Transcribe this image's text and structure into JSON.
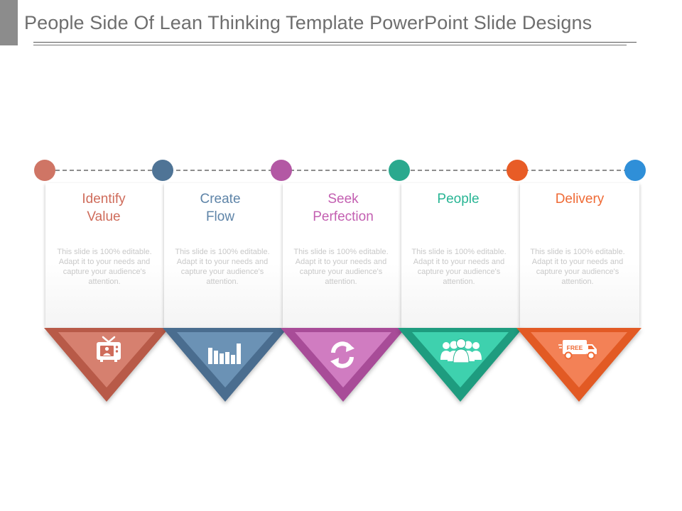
{
  "title": "People Side Of Lean Thinking Template PowerPoint Slide Designs",
  "timeline_colors": [
    "#cf7565",
    "#4f7496",
    "#b358a4",
    "#2aa98e",
    "#e85c26",
    "#2f8fd8"
  ],
  "steps": [
    {
      "title_line1": "Identify",
      "title_line2": "Value",
      "desc": "This slide is 100% editable. Adapt it to your needs and capture your audience's attention.",
      "icon": "tv-icon",
      "color": "#cf6c5b",
      "dark": "#b85a48",
      "light": "#d6806f"
    },
    {
      "title_line1": "Create",
      "title_line2": "Flow",
      "desc": "This slide is 100% editable. Adapt it to your needs and capture your audience's attention.",
      "icon": "bar-chart-icon",
      "color": "#5e84a8",
      "dark": "#4a6d8f",
      "light": "#6b92b5"
    },
    {
      "title_line1": "Seek",
      "title_line2": "Perfection",
      "desc": "This slide is 100% editable. Adapt it to your needs and capture your audience's attention.",
      "icon": "refresh-icon",
      "color": "#c35fb1",
      "dark": "#a84c98",
      "light": "#d07cc1"
    },
    {
      "title_line1": "People",
      "title_line2": "",
      "desc": "This slide is 100% editable. Adapt it to your needs and capture your audience's attention.",
      "icon": "people-group-icon",
      "color": "#28b594",
      "dark": "#1e9c7f",
      "light": "#3ed1ae"
    },
    {
      "title_line1": "Delivery",
      "title_line2": "",
      "desc": "This slide is 100% editable. Adapt it to your needs and capture your audience's attention.",
      "icon": "delivery-truck-icon",
      "color": "#ef6a35",
      "dark": "#e25a24",
      "light": "#f38156",
      "icon_text": "FREE"
    }
  ]
}
